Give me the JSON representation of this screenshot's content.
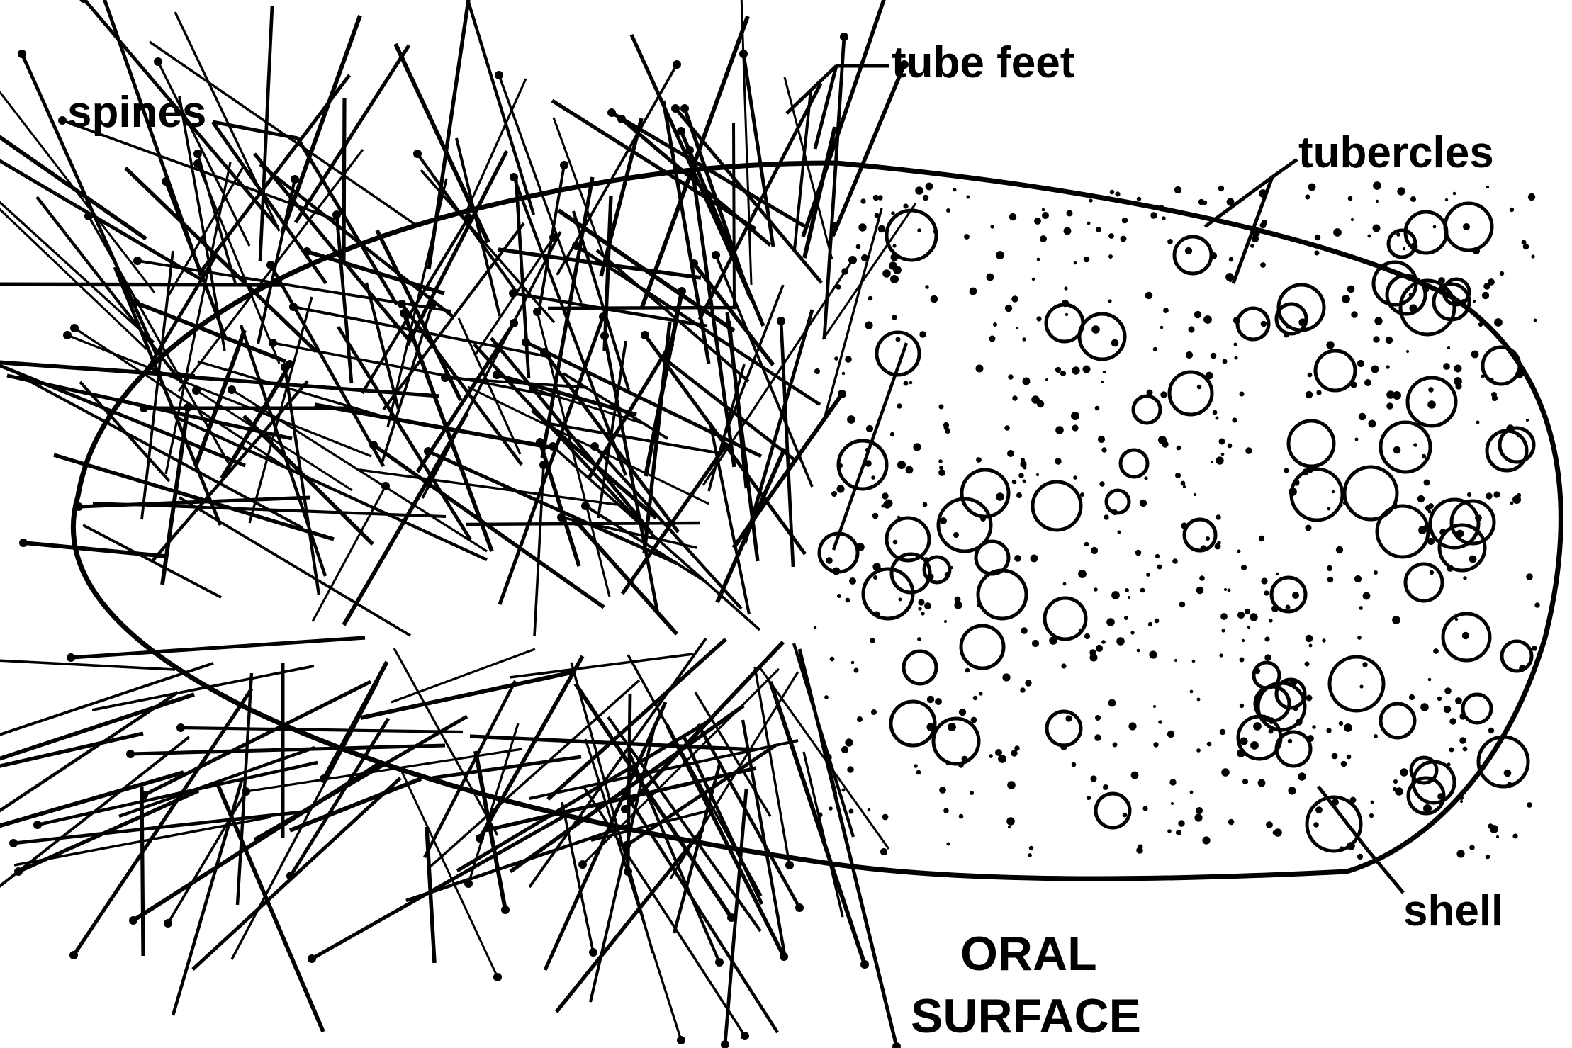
{
  "labels": {
    "spines": "spines",
    "tube_feet": "tube feet",
    "tubercles": "tubercles",
    "shell": "shell",
    "oral": "ORAL",
    "surface": "SURFACE"
  },
  "colors": {
    "ink": "#000000",
    "paper": "#ffffff"
  }
}
